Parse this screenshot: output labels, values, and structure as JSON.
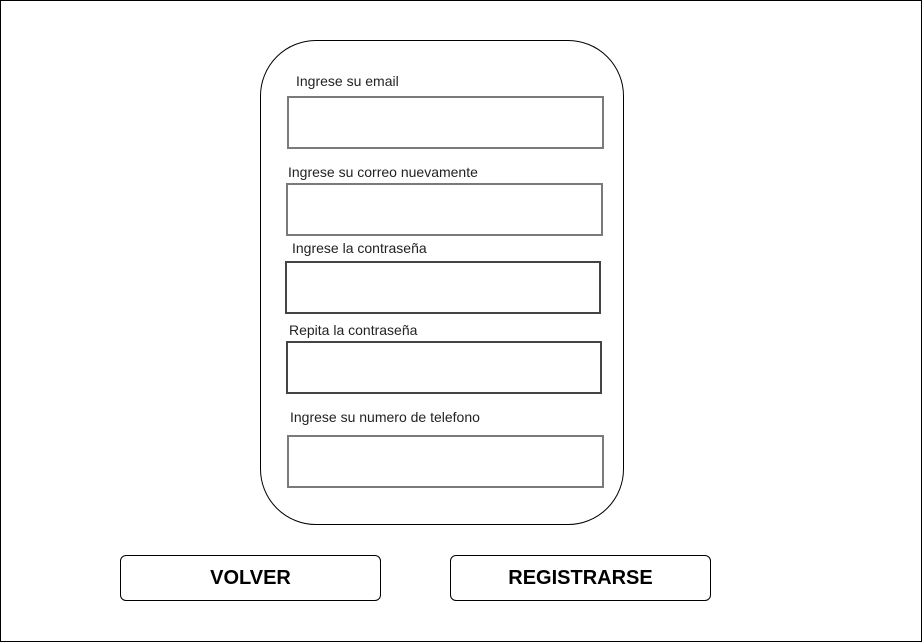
{
  "form": {
    "fields": [
      {
        "label": "Ingrese su email",
        "value": ""
      },
      {
        "label": "Ingrese su correo nuevamente",
        "value": ""
      },
      {
        "label": "Ingrese la contraseña",
        "value": ""
      },
      {
        "label": "Repita la contraseña",
        "value": ""
      },
      {
        "label": "Ingrese su numero de telefono",
        "value": ""
      }
    ]
  },
  "actions": {
    "back_label": "VOLVER",
    "register_label": "REGISTRARSE"
  }
}
